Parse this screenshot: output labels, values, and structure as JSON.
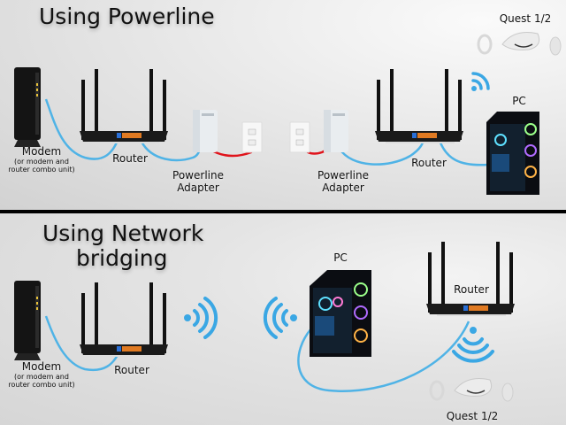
{
  "colors": {
    "cable_ethernet": "#4fb3e6",
    "cable_power": "#e0141c",
    "wifi": "#3aa7e4",
    "divider": "#000000",
    "port_orange": "#e07a22",
    "port_blue": "#2a6fd6"
  },
  "powerline_section": {
    "title": "Using Powerline",
    "modem": {
      "label": "Modem",
      "sublabel_line1": "(or modem and",
      "sublabel_line2": "router combo unit)",
      "icon": "modem-icon"
    },
    "router_left": {
      "label": "Router",
      "icon": "router-icon"
    },
    "adapter_left": {
      "label_line1": "Powerline",
      "label_line2": "Adapter",
      "icon": "powerline-adapter-icon"
    },
    "outlet_left": {
      "icon": "wall-outlet-icon"
    },
    "outlet_right": {
      "icon": "wall-outlet-icon"
    },
    "adapter_right": {
      "label_line1": "Powerline",
      "label_line2": "Adapter",
      "icon": "powerline-adapter-icon"
    },
    "router_right": {
      "label": "Router",
      "icon": "router-icon"
    },
    "pc": {
      "label": "PC",
      "icon": "pc-tower-icon"
    },
    "headset": {
      "label": "Quest 1/2",
      "icon": "vr-headset-icon"
    },
    "wifi": {
      "icon": "wifi-icon"
    }
  },
  "bridging_section": {
    "title_line1": "Using Network",
    "title_line2": "bridging",
    "modem": {
      "label": "Modem",
      "sublabel_line1": "(or modem and",
      "sublabel_line2": "router combo unit)",
      "icon": "modem-icon"
    },
    "router_left": {
      "label": "Router",
      "icon": "router-icon"
    },
    "wifi_out": {
      "icon": "wifi-icon"
    },
    "wifi_in": {
      "icon": "wifi-icon"
    },
    "pc": {
      "label": "PC",
      "icon": "pc-tower-icon"
    },
    "router_right": {
      "label": "Router",
      "icon": "router-icon"
    },
    "wifi_down": {
      "icon": "wifi-icon"
    },
    "headset": {
      "label": "Quest 1/2",
      "icon": "vr-headset-icon"
    }
  }
}
